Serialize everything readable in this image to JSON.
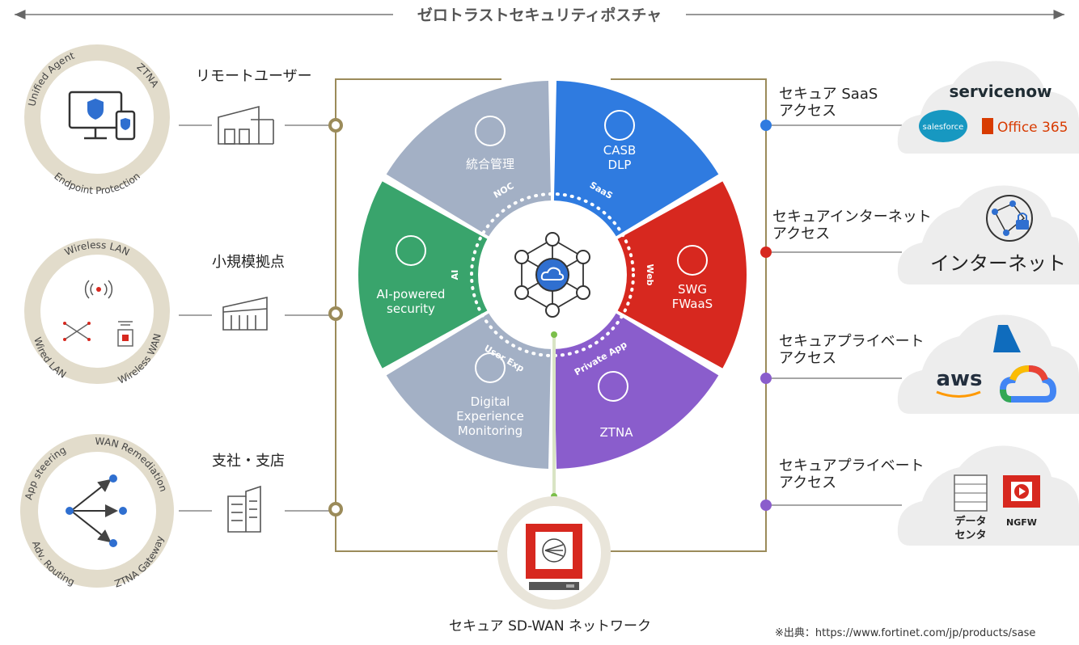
{
  "title": "ゼロトラストセキュリティポスチャ",
  "left_groups": [
    {
      "label": "リモートユーザー",
      "ring_labels": [
        "Unified Agent",
        "ZTNA",
        "Endpoint Protection"
      ]
    },
    {
      "label": "小規模拠点",
      "ring_labels": [
        "Wireless LAN",
        "Wired LAN",
        "Wireless WAN"
      ]
    },
    {
      "label": "支社・支店",
      "ring_labels": [
        "App steering",
        "WAN Remediation",
        "Adv. Routing",
        "ZTNA Gateway"
      ]
    }
  ],
  "wheel": {
    "segments": [
      {
        "text": [
          "CASB",
          "DLP"
        ],
        "tag": "SaaS",
        "color": "#2f7be0"
      },
      {
        "text": [
          "SWG",
          "FWaaS"
        ],
        "tag": "Web",
        "color": "#d7281f"
      },
      {
        "text": [
          "ZTNA"
        ],
        "tag": "Private App",
        "color": "#8a5dcc"
      },
      {
        "text": [
          "Digital",
          "Experience",
          "Monitoring"
        ],
        "tag": "User Exp",
        "color": "#a3b0c5"
      },
      {
        "text": [
          "AI-powered",
          "security"
        ],
        "tag": "AI",
        "color": "#39a46c"
      },
      {
        "text": [
          "統合管理"
        ],
        "tag": "NOC",
        "color": "#a3b0c5"
      }
    ]
  },
  "bottom_label": "セキュア SD-WAN ネットワーク",
  "right_items": [
    {
      "label": [
        "セキュア SaaS",
        "アクセス"
      ],
      "dot_color": "#2f7be0",
      "cloud_texts": [
        "servicenow",
        "salesforce",
        "Office 365"
      ]
    },
    {
      "label": [
        "セキュアインターネット",
        "アクセス"
      ],
      "dot_color": "#d7281f",
      "cloud_texts": [
        "インターネット"
      ]
    },
    {
      "label": [
        "セキュアプライベート",
        "アクセス"
      ],
      "dot_color": "#8a5dcc",
      "cloud_texts": [
        "aws"
      ]
    },
    {
      "label": [
        "セキュアプライベート",
        "アクセス"
      ],
      "dot_color": "#8a5dcc",
      "cloud_texts": [
        "データ",
        "センタ",
        "NGFW"
      ]
    }
  ],
  "source": "※出典：https://www.fortinet.com/jp/products/sase",
  "colors": {
    "frame": "#9b8b5a",
    "ring": "#e2dccb",
    "cloud": "#ededed"
  }
}
